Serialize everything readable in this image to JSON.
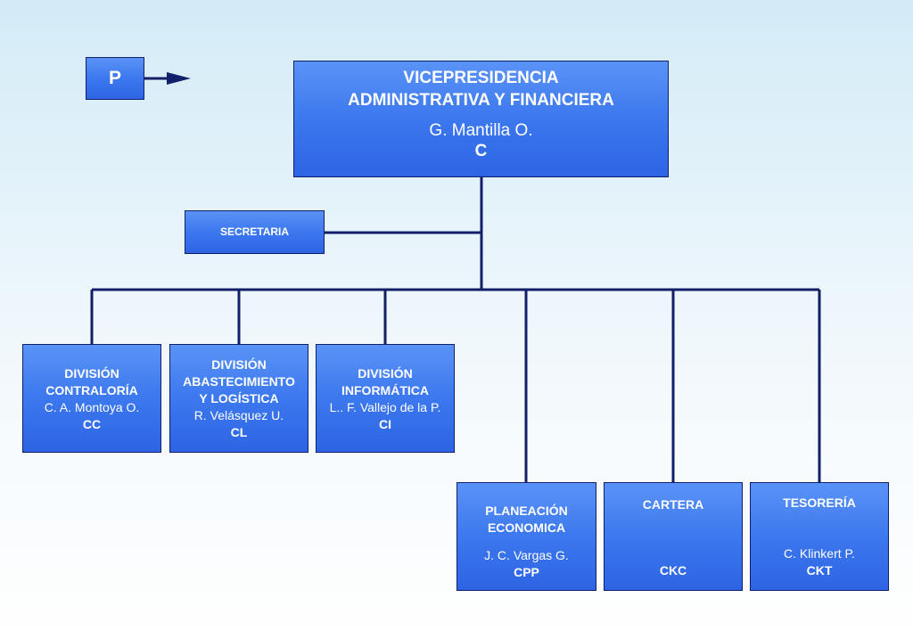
{
  "nav": {
    "p_label": "P"
  },
  "root": {
    "title_line1": "VICEPRESIDENCIA",
    "title_line2": "ADMINISTRATIVA Y FINANCIERA",
    "name": "G. Mantilla O.",
    "code": "C"
  },
  "secretaria": {
    "label": "SECRETARIA"
  },
  "divisions": [
    {
      "title": [
        "DIVISIÓN",
        "CONTRALORÍA"
      ],
      "name": "C. A. Montoya O.",
      "code": "CC"
    },
    {
      "title": [
        "DIVISIÓN",
        "ABASTECIMIENTO",
        "Y LOGÍSTICA"
      ],
      "name": "R. Velásquez U.",
      "code": "CL"
    },
    {
      "title": [
        "DIVISIÓN",
        "INFORMÁTICA"
      ],
      "name": "L.. F. Vallejo de la P.",
      "code": "CI"
    }
  ],
  "lower": [
    {
      "title": [
        "PLANEACIÓN",
        "ECONOMICA"
      ],
      "name": "J. C. Vargas G.",
      "code": "CPP"
    },
    {
      "title": [
        "CARTERA"
      ],
      "name": "",
      "code": "CKC"
    },
    {
      "title": [
        "TESORERÍA"
      ],
      "name": "C. Klinkert P.",
      "code": "CKT"
    }
  ],
  "colors": {
    "box_fill": "#3c78ee",
    "box_border": "#12206a",
    "connector": "#12206a"
  }
}
